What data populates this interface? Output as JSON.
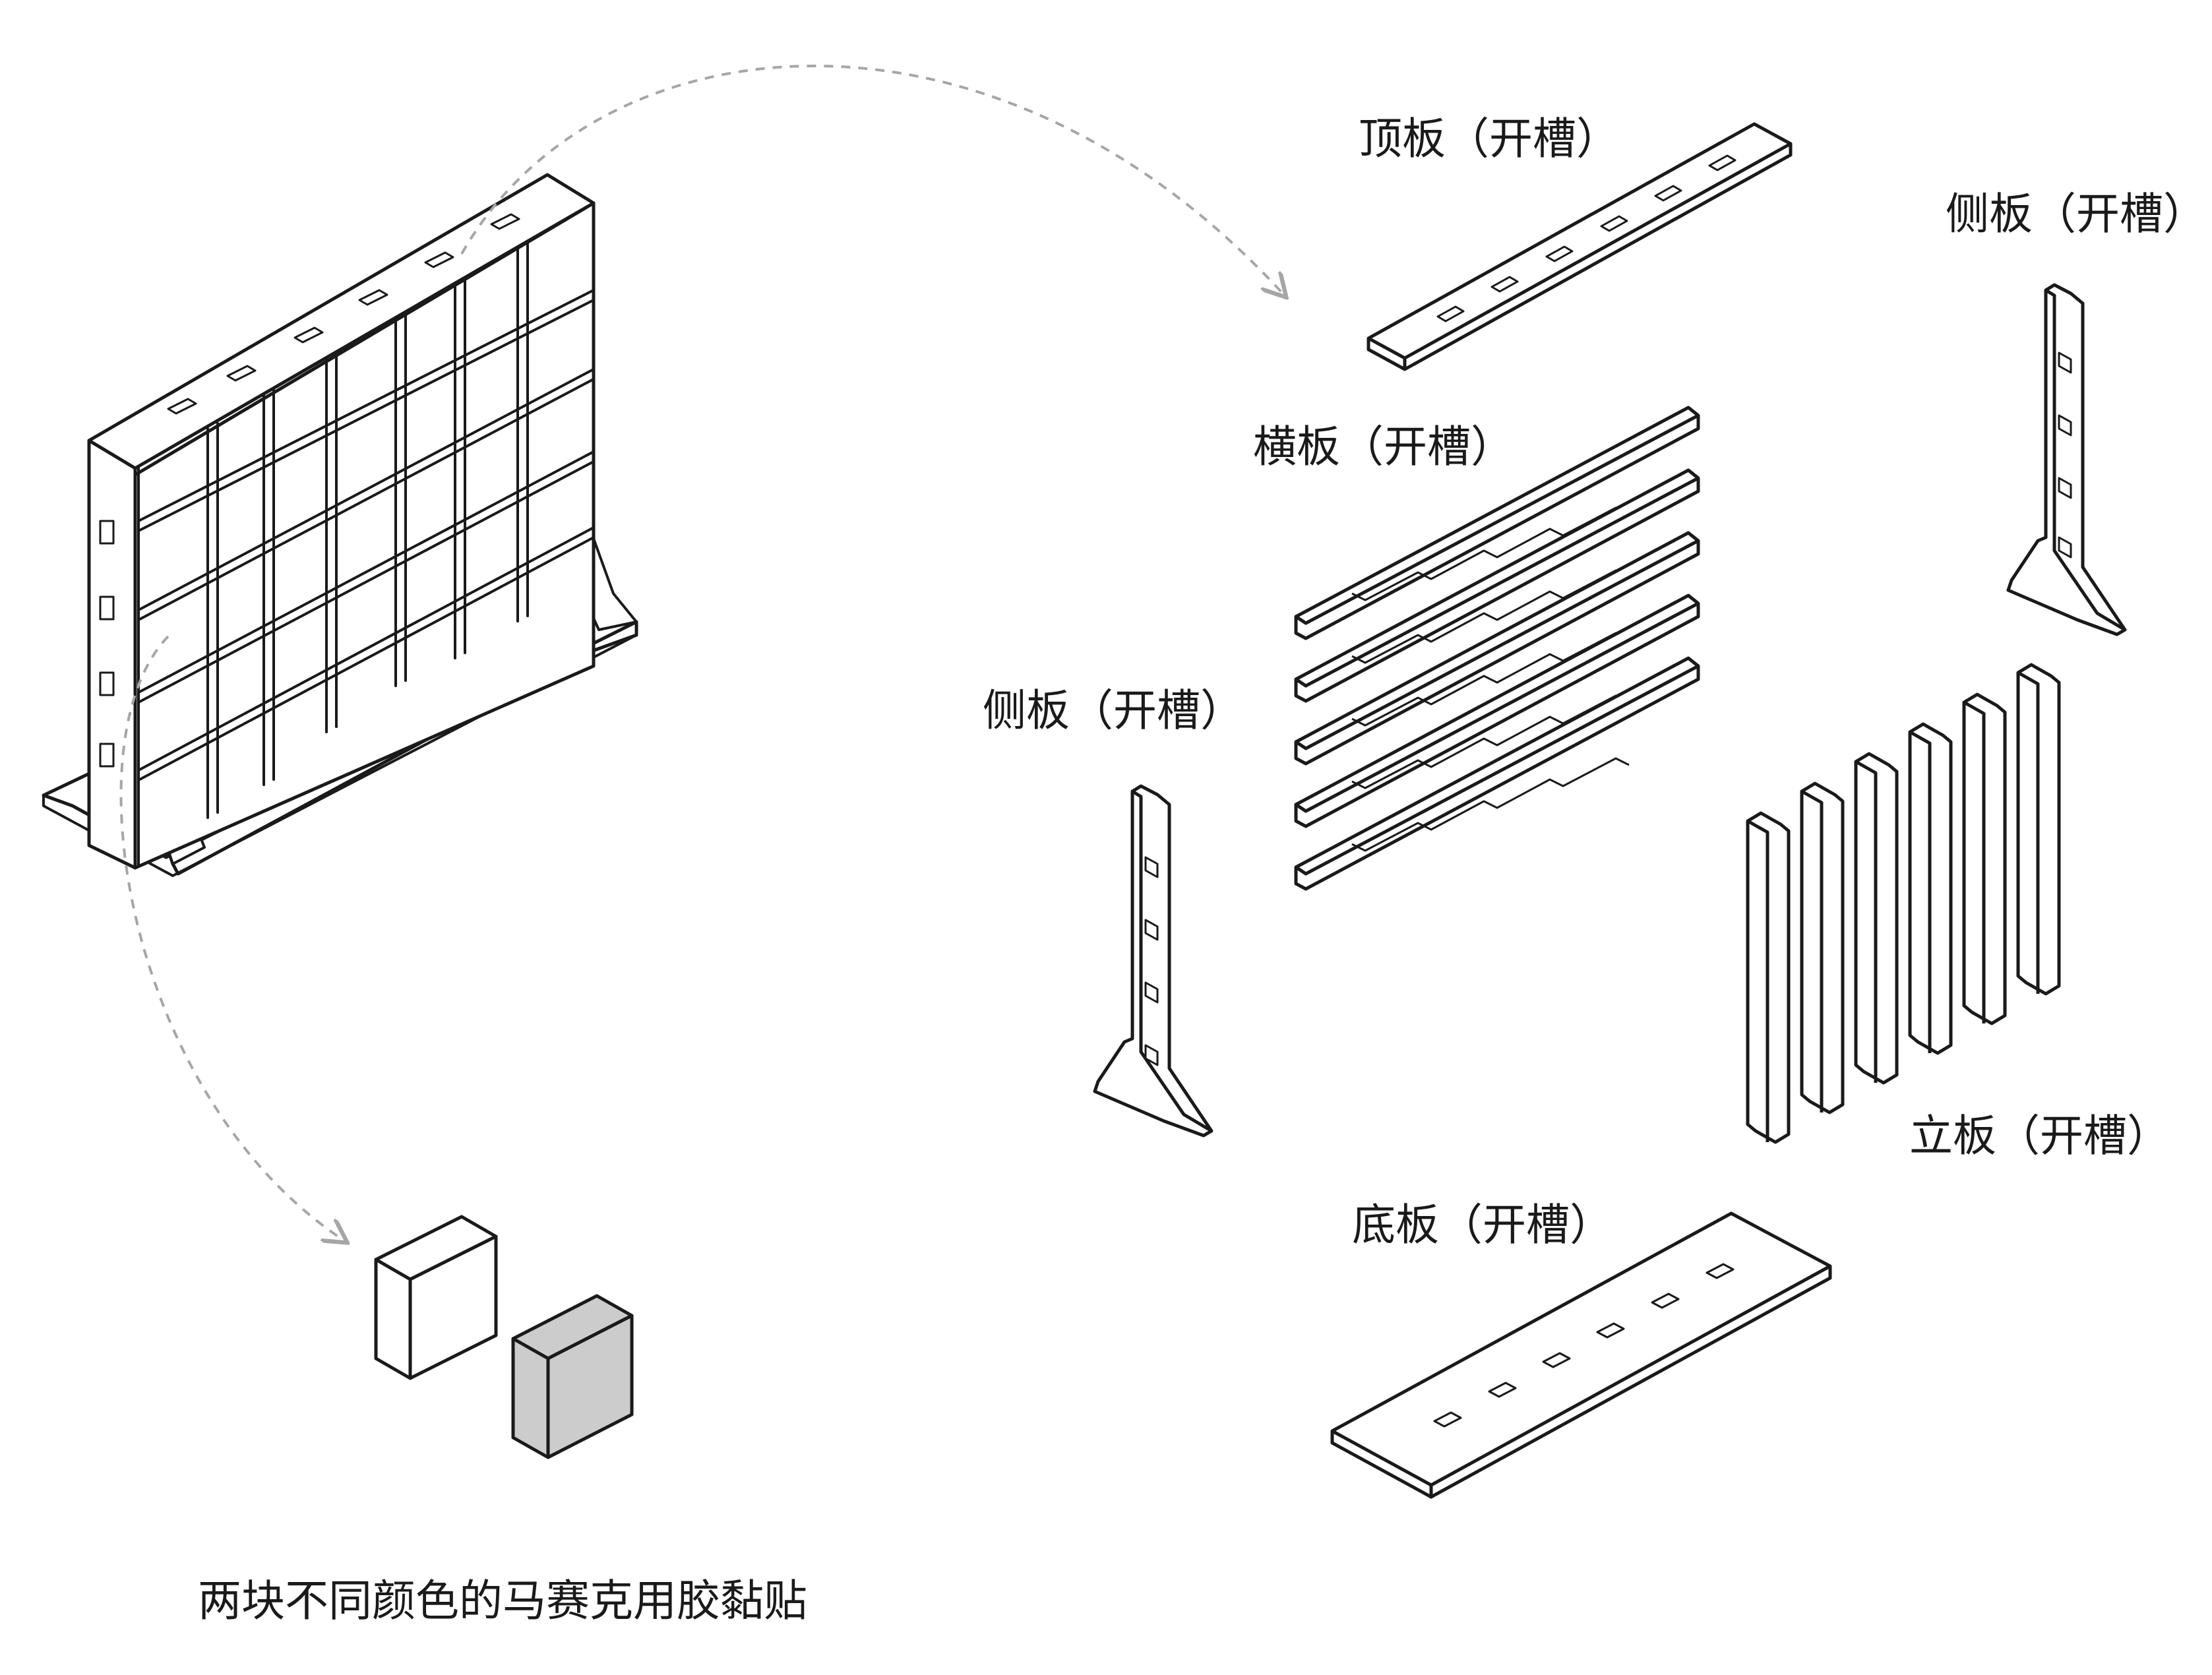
{
  "labels": {
    "top_board": "顶板（开槽）",
    "side_board_right": "侧板（开槽）",
    "shelf_boards": "横板（开槽）",
    "side_board_left": "侧板（开槽）",
    "vertical_boards": "立板（开槽）",
    "bottom_board": "底板（开槽）"
  },
  "caption": "两块不同颜色的马赛克用胶黏贴",
  "colors": {
    "line": "#1a1a1a",
    "arrow": "#a6a6a6",
    "face_white": "#ffffff",
    "block_gray": "#cccccc"
  }
}
